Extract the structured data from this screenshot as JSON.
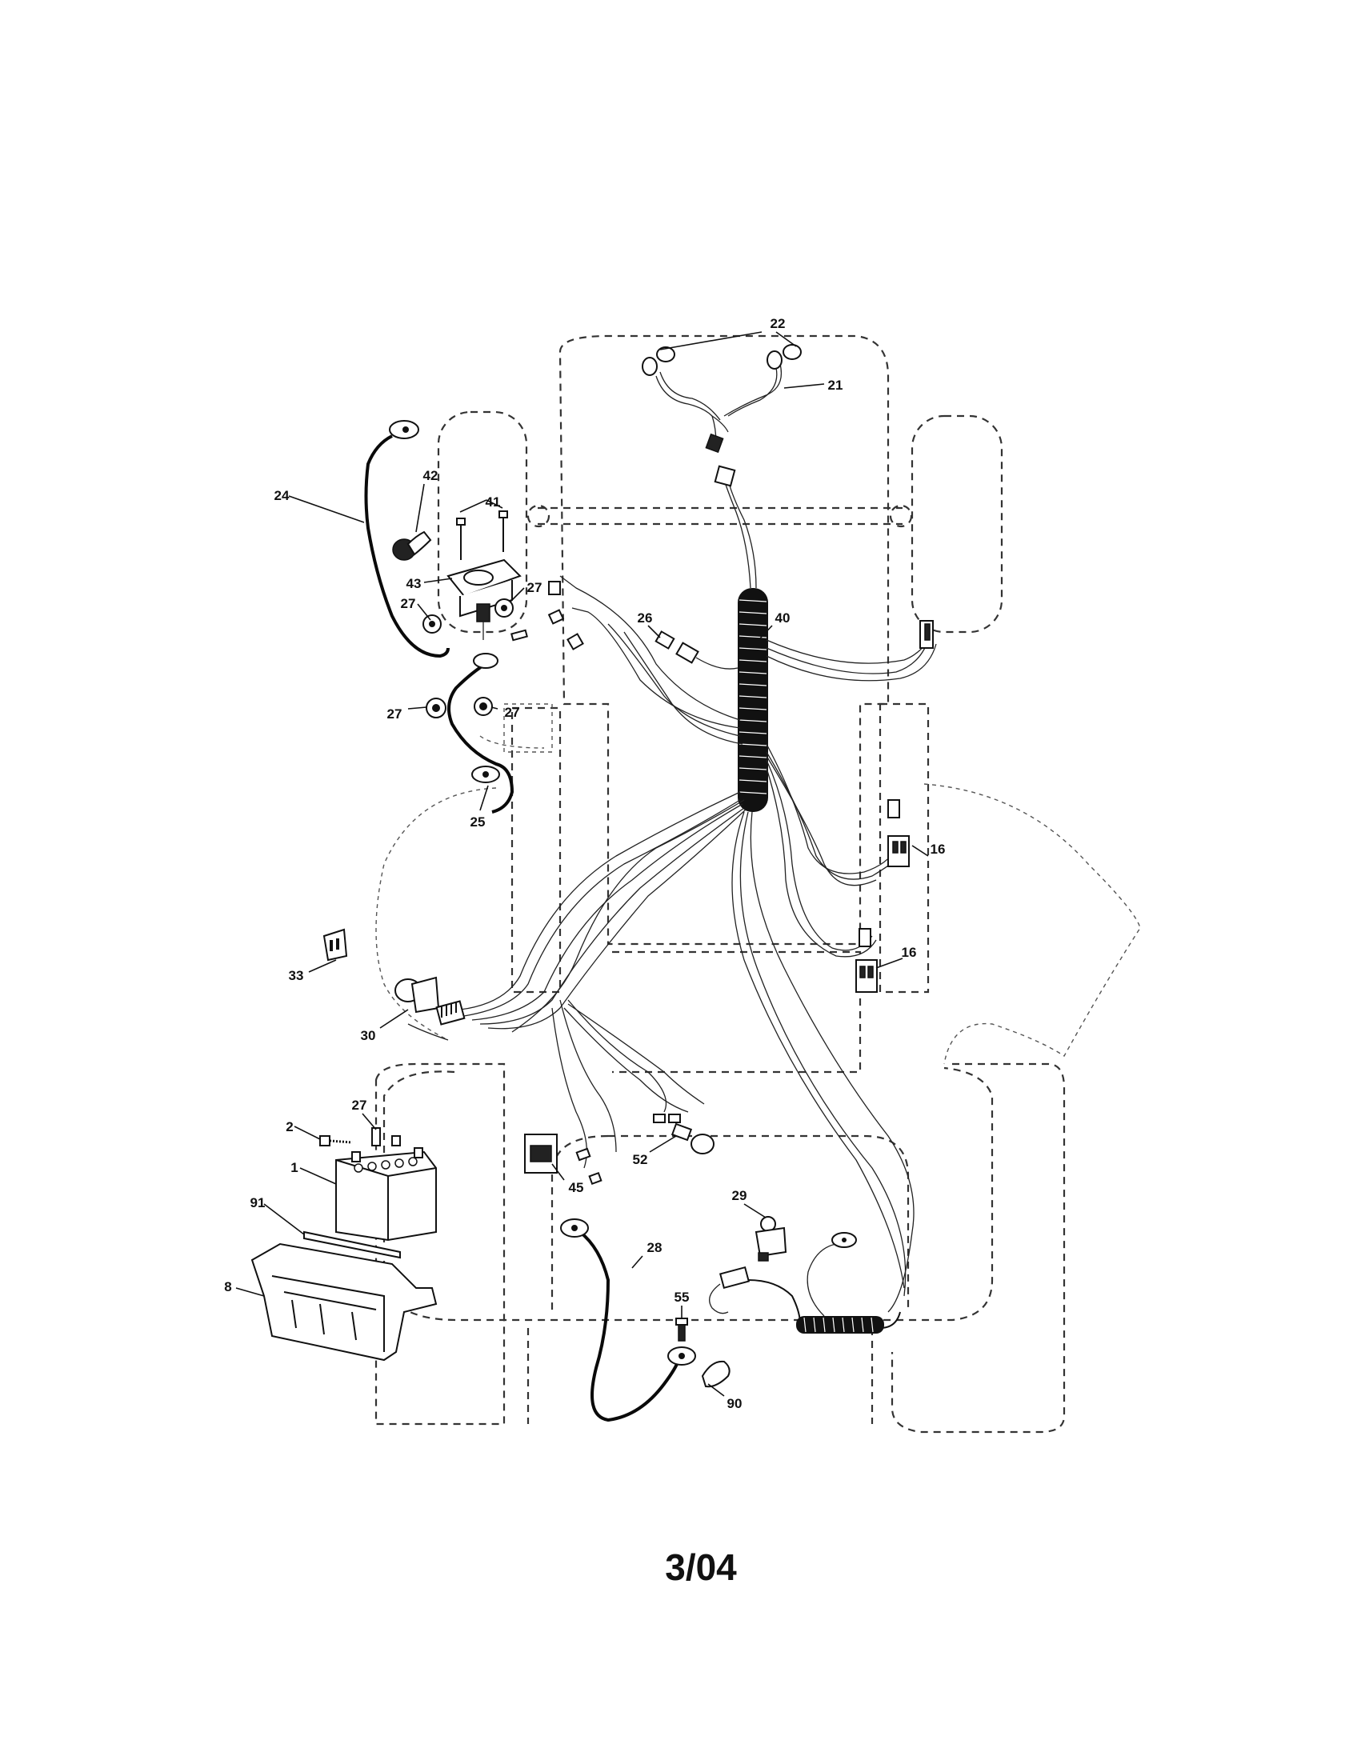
{
  "callouts": {
    "c22": "22",
    "c21": "21",
    "c24": "24",
    "c42": "42",
    "c41": "41",
    "c43": "43",
    "c27a": "27",
    "c27b": "27",
    "c27c": "27",
    "c27d": "27",
    "c27e": "27",
    "c26": "26",
    "c40": "40",
    "c25": "25",
    "c16a": "16",
    "c16b": "16",
    "c33": "33",
    "c30": "30",
    "c2": "2",
    "c1": "1",
    "c91": "91",
    "c8": "8",
    "c45": "45",
    "c52": "52",
    "c28": "28",
    "c29": "29",
    "c55": "55",
    "c90": "90"
  },
  "footer": {
    "date_code": "3/04"
  }
}
